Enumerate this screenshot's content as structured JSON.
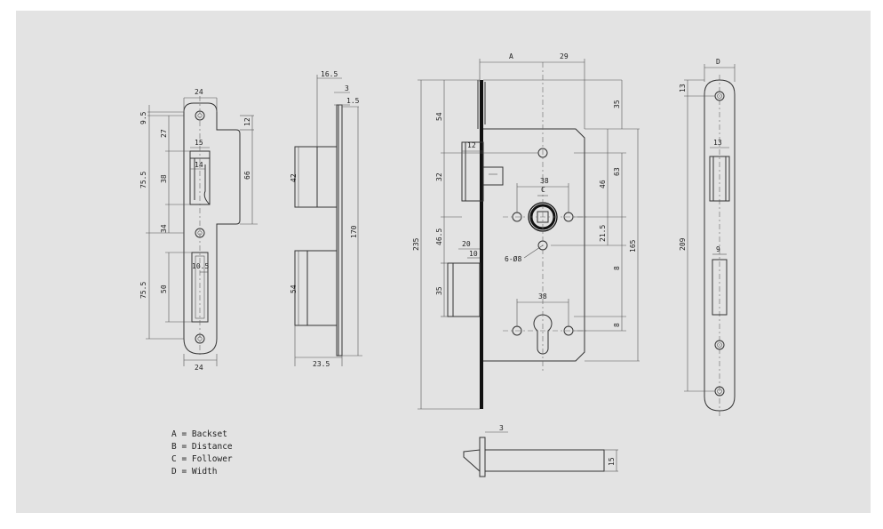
{
  "colors": {
    "page": "#ffffff",
    "panel": "#e3e3e3",
    "line": "#333333",
    "solid": "#111111"
  },
  "dims": {
    "strike_top": "24",
    "strike_bottom": "24",
    "d9_5": "9.5",
    "d27": "27",
    "d15": "15",
    "d14": "14",
    "d38": "38",
    "d75_5a": "75.5",
    "d12": "12",
    "d66": "66",
    "d34": "34",
    "d10_5": "10.5",
    "d50": "50",
    "d75_5b": "75.5",
    "side_16_5": "16.5",
    "side_3": "3",
    "side_1_5": "1.5",
    "side_42": "42",
    "side_170": "170",
    "side_54": "54",
    "side_23_5": "23.5",
    "body_A": "A",
    "body_29": "29",
    "body_54": "54",
    "body_12": "12",
    "body_32": "32",
    "body_35": "35",
    "body_63": "63",
    "body_46": "46",
    "body_C": "C",
    "body_38a": "38",
    "body_235": "235",
    "body_46_5": "46.5",
    "body_21_5": "21.5",
    "body_165": "165",
    "body_20": "20",
    "body_10": "10",
    "body_holes": "6-Ø8",
    "body_8a": "8",
    "body_35b": "35",
    "body_38b": "38",
    "body_8b": "8",
    "face_D": "D",
    "face_13a": "13",
    "face_13b": "13",
    "face_209": "209",
    "face_9": "9",
    "bolt_3": "3",
    "bolt_15": "15"
  },
  "legend": [
    "A = Backset",
    "B = Distance",
    "C = Follower",
    "D = Width"
  ]
}
